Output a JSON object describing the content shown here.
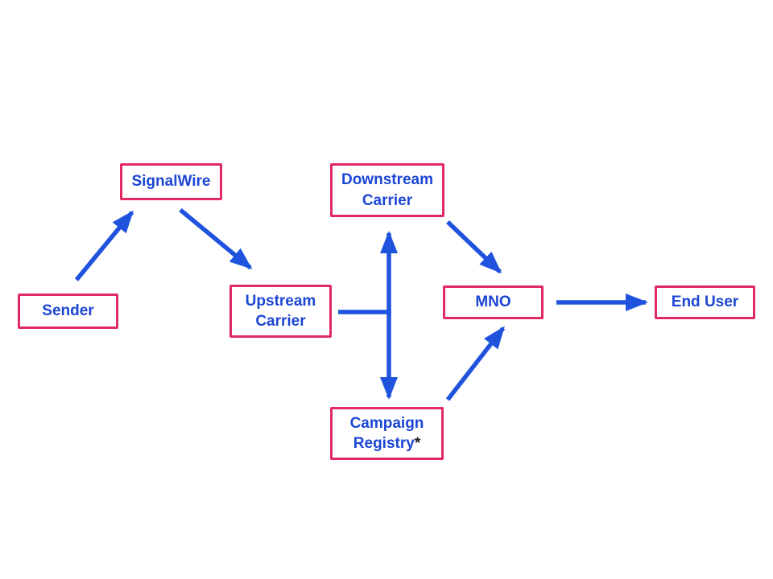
{
  "nodes": {
    "sender": {
      "label": "Sender"
    },
    "signalwire": {
      "label": "SignalWire"
    },
    "downstream_carrier": {
      "label": "Downstream Carrier"
    },
    "upstream_carrier": {
      "label": "Upstream Carrier"
    },
    "mno": {
      "label": "MNO"
    },
    "end_user": {
      "label": "End User"
    },
    "campaign_registry": {
      "label": "Campaign Registry",
      "suffix": "*"
    }
  },
  "edges": [
    {
      "from": "sender",
      "to": "signalwire",
      "style": "arrow"
    },
    {
      "from": "signalwire",
      "to": "upstream_carrier",
      "style": "arrow"
    },
    {
      "from": "upstream_carrier",
      "to": "downstream_carrier",
      "style": "arrow",
      "via": "t-junction"
    },
    {
      "from": "upstream_carrier",
      "to": "campaign_registry",
      "style": "arrow",
      "via": "t-junction"
    },
    {
      "from": "downstream_carrier",
      "to": "mno",
      "style": "arrow"
    },
    {
      "from": "campaign_registry",
      "to": "mno",
      "style": "arrow"
    },
    {
      "from": "mno",
      "to": "end_user",
      "style": "arrow"
    }
  ],
  "colors": {
    "box_border": "#e22a62",
    "label_text": "#1c46d4",
    "arrow": "#1f53de",
    "asterisk": "#1a1a1a",
    "background": "#ffffff"
  }
}
